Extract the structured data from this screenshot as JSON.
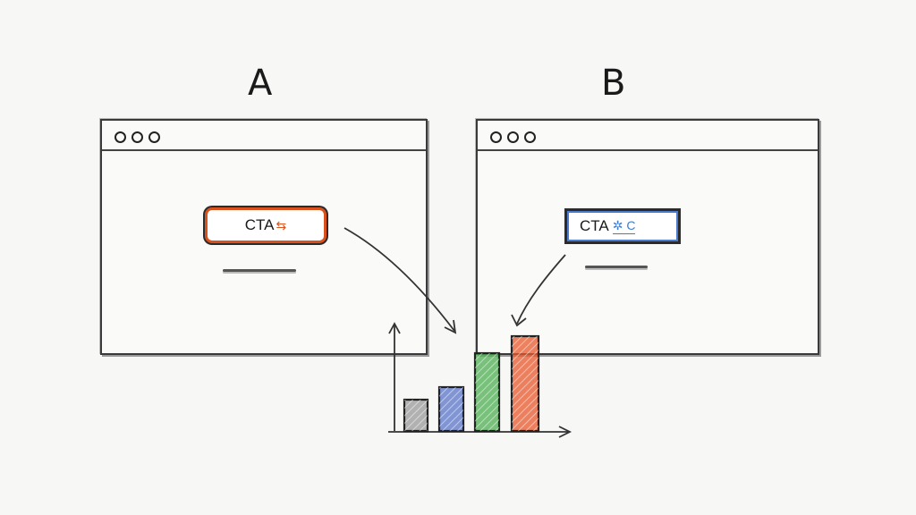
{
  "variants": [
    {
      "id": "A",
      "label": "A",
      "cta_label": "CTA",
      "cta_accent": "⇆",
      "accent_color": "#d9521e"
    },
    {
      "id": "B",
      "label": "B",
      "cta_label": "CTA",
      "cta_accent": "✲ C",
      "accent_color": "#3a7fd6"
    }
  ],
  "chart_data": {
    "type": "bar",
    "title": "",
    "xlabel": "",
    "ylabel": "",
    "categories": [
      "",
      "",
      "",
      ""
    ],
    "values": [
      35,
      49,
      87,
      106
    ],
    "colors": [
      "#9a9a9a",
      "#5a74c8",
      "#4caf50",
      "#e8572a"
    ],
    "grid": false,
    "legend": "none"
  }
}
